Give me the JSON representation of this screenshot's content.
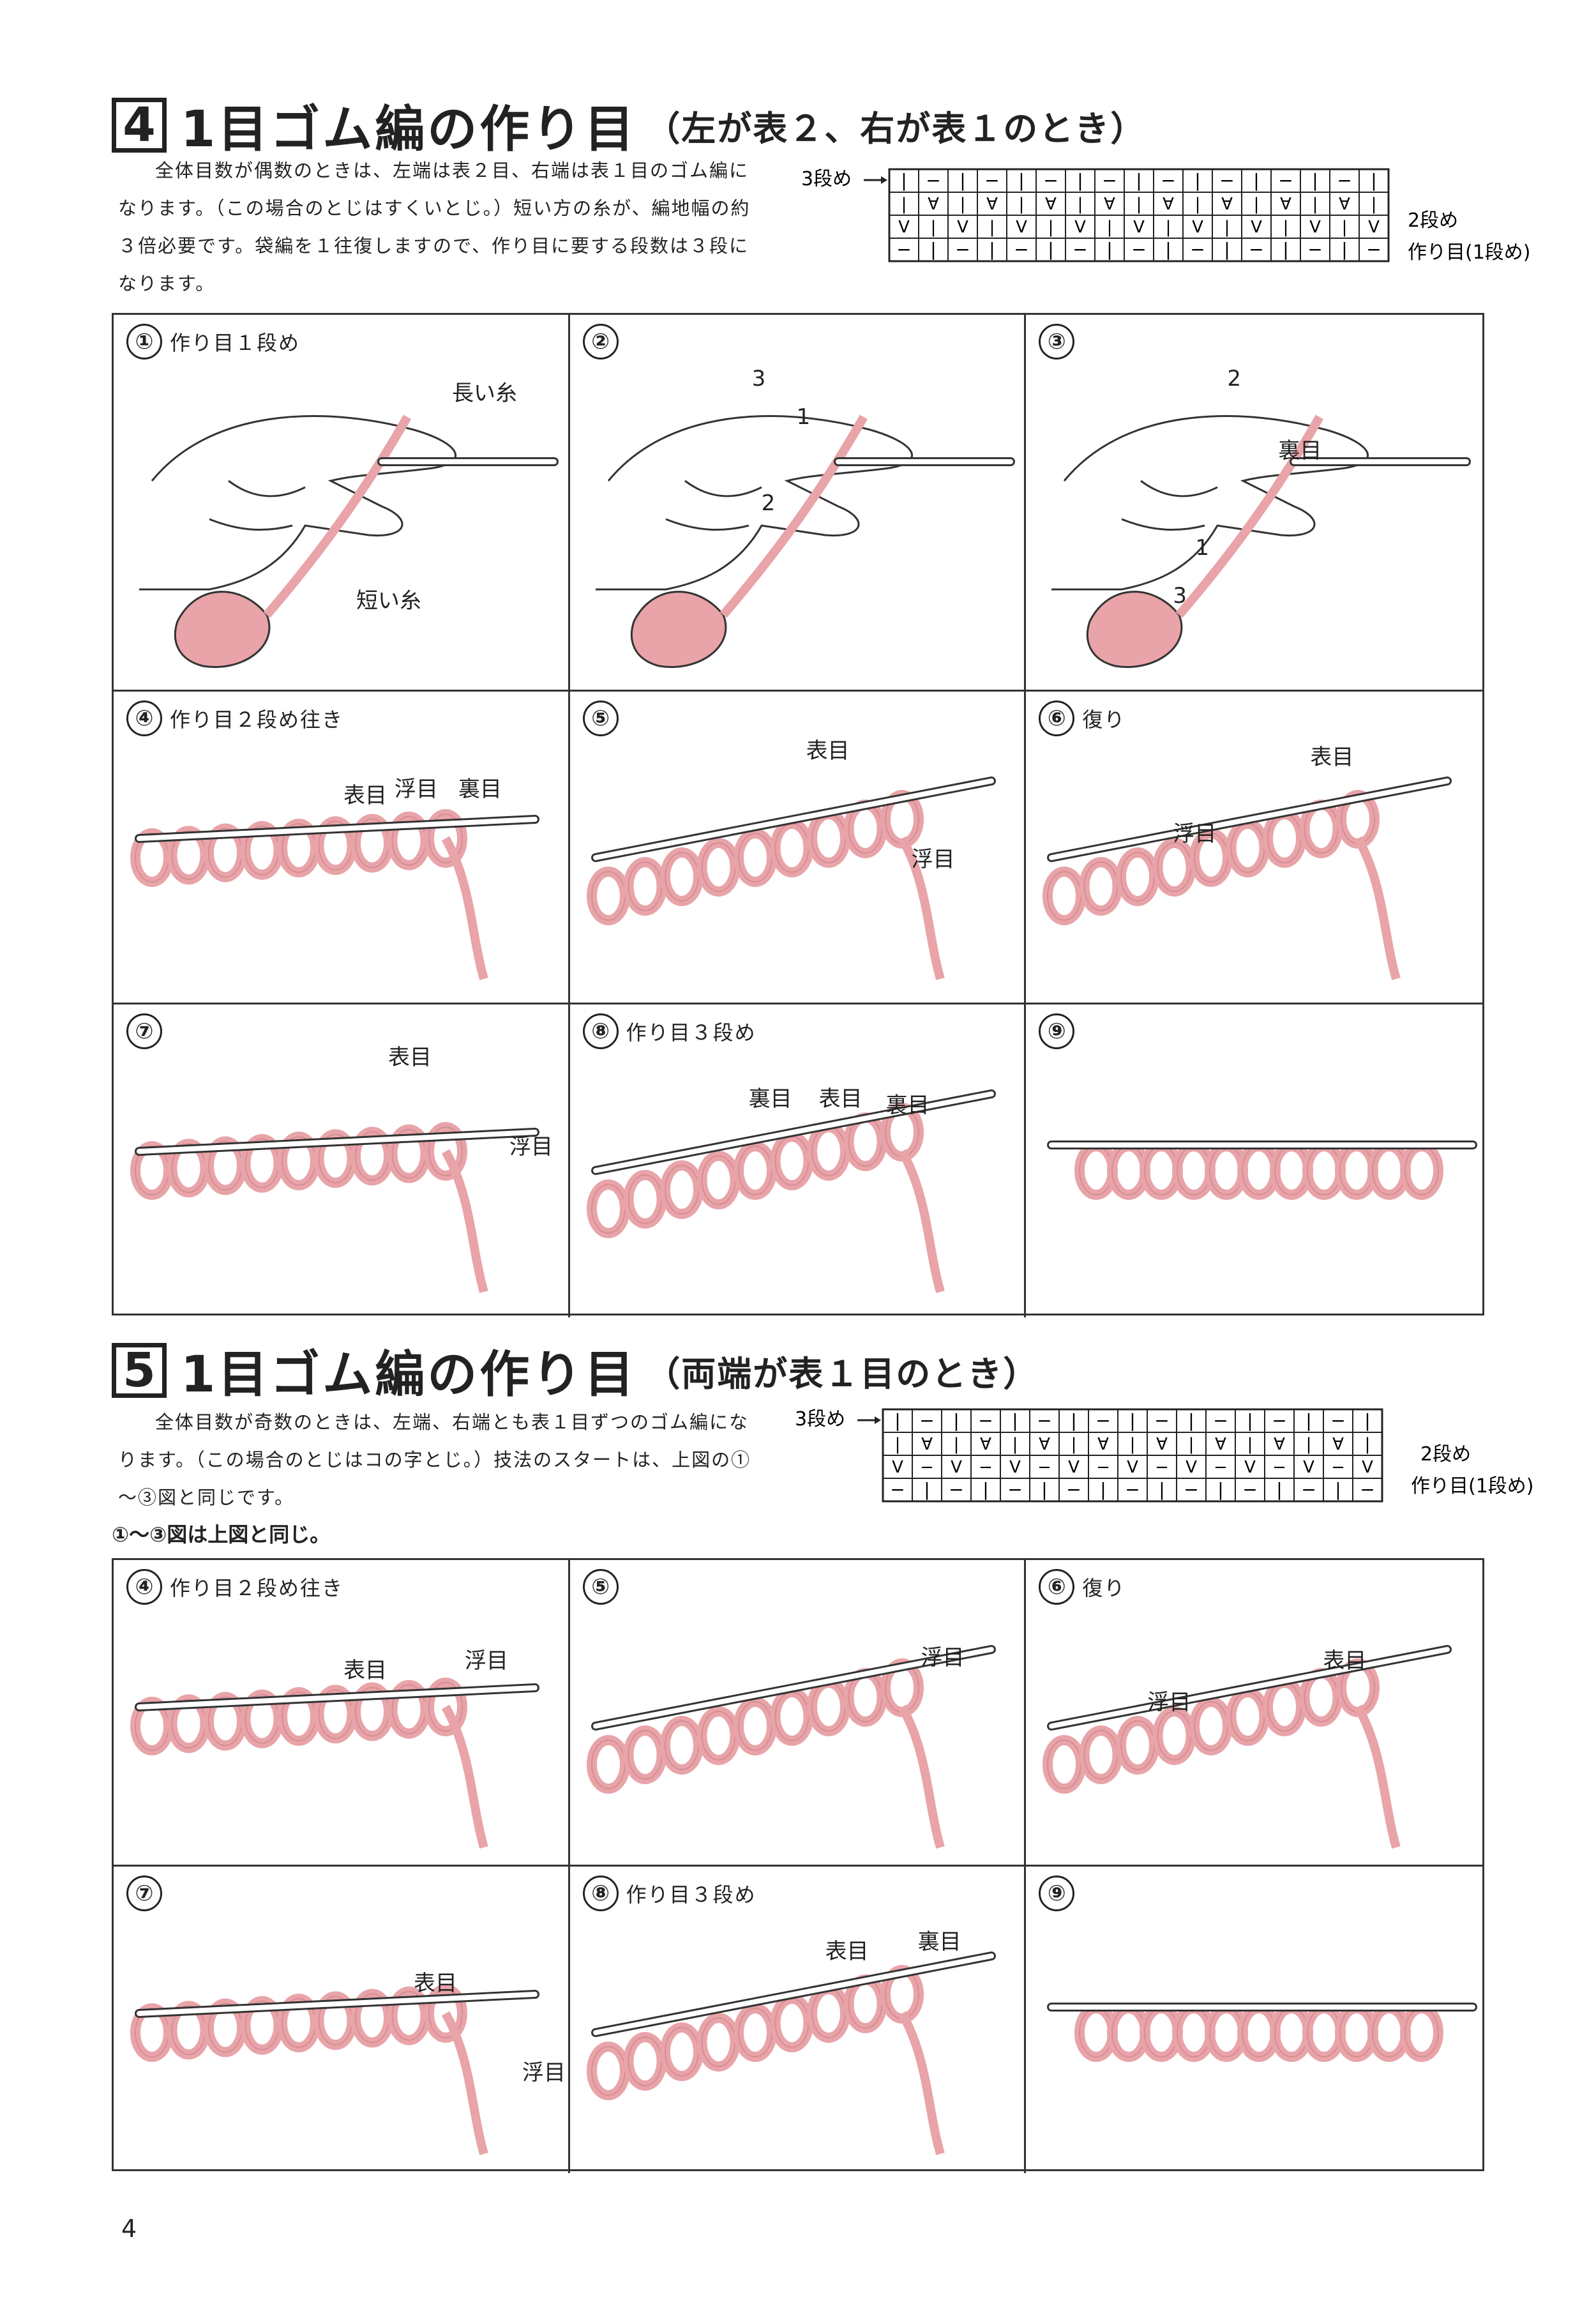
{
  "section4": {
    "number": "4",
    "title": "1目ゴム編の作り目",
    "subtitle": "（左が表２、右が表１のとき）",
    "intro": "全体目数が偶数のときは、左端は表２目、右端は表１目のゴム編になります。（この場合のとじはすくいとじ。）短い方の糸が、編地幅の約３倍必要です。袋編を１往復しますので、作り目に要する段数は３段になります。",
    "chart": {
      "label_top": "3段め",
      "label_mid": "2段め",
      "label_bottom": "作り目(1段め)"
    },
    "steps": [
      {
        "num": "①",
        "caption": "作り目１段め",
        "labels": [
          "長い糸",
          "短い糸"
        ]
      },
      {
        "num": "②",
        "caption": "",
        "labels": [
          "3",
          "1",
          "2"
        ]
      },
      {
        "num": "③",
        "caption": "",
        "labels": [
          "2",
          "裏目",
          "1",
          "3"
        ]
      },
      {
        "num": "④",
        "caption": "作り目２段め往き",
        "labels": [
          "表目",
          "浮目",
          "裏目"
        ]
      },
      {
        "num": "⑤",
        "caption": "",
        "labels": [
          "表目",
          "浮目"
        ]
      },
      {
        "num": "⑥",
        "caption": "復り",
        "labels": [
          "表目",
          "浮目"
        ]
      },
      {
        "num": "⑦",
        "caption": "",
        "labels": [
          "表目",
          "浮目"
        ]
      },
      {
        "num": "⑧",
        "caption": "作り目３段め",
        "labels": [
          "裏目",
          "表目",
          "裏目"
        ]
      },
      {
        "num": "⑨",
        "caption": "",
        "labels": []
      }
    ]
  },
  "section5": {
    "number": "5",
    "title": "1目ゴム編の作り目",
    "subtitle": "（両端が表１目のとき）",
    "intro": "全体目数が奇数のときは、左端、右端とも表１目ずつのゴム編になります。（この場合のとじはコの字とじ。）技法のスタートは、上図の①～③図と同じです。",
    "note": "①～③図は上図と同じ。",
    "chart": {
      "label_top": "3段め",
      "label_mid": "2段め",
      "label_bottom": "作り目(1段め)"
    },
    "steps": [
      {
        "num": "④",
        "caption": "作り目２段め往き",
        "labels": [
          "表目",
          "浮目"
        ]
      },
      {
        "num": "⑤",
        "caption": "",
        "labels": [
          "浮目"
        ]
      },
      {
        "num": "⑥",
        "caption": "復り",
        "labels": [
          "表目",
          "浮目"
        ]
      },
      {
        "num": "⑦",
        "caption": "",
        "labels": [
          "表目",
          "浮目"
        ]
      },
      {
        "num": "⑧",
        "caption": "作り目３段め",
        "labels": [
          "表目",
          "裏目"
        ]
      },
      {
        "num": "⑨",
        "caption": "",
        "labels": []
      }
    ]
  },
  "page_number": "4",
  "colors": {
    "yarn": "#e8a4a8",
    "yarn_dark": "#c98088",
    "ink": "#222222"
  }
}
